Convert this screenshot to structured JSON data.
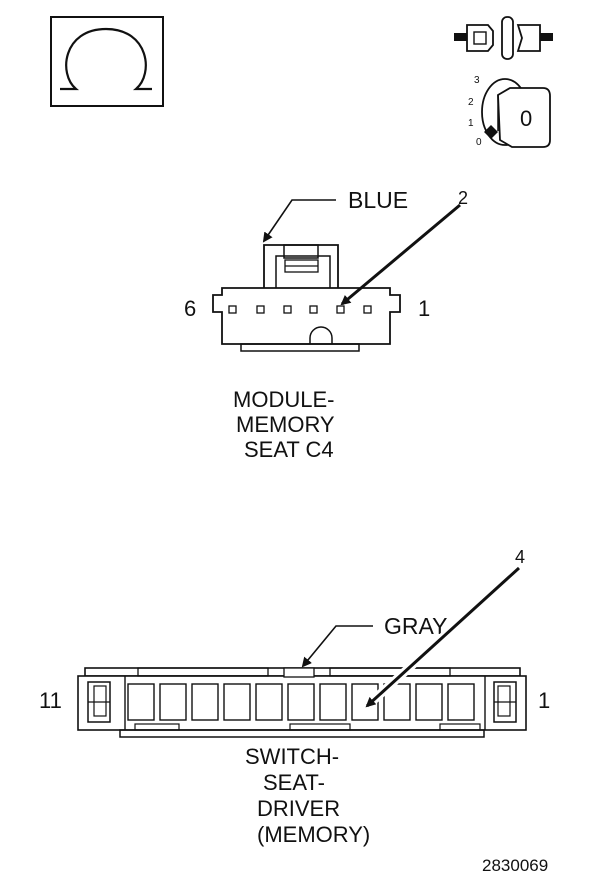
{
  "ignition": {
    "positions": [
      "3",
      "2",
      "1",
      "0"
    ],
    "key_label": "0"
  },
  "connector_top": {
    "color_callout": "BLUE",
    "pin_callout": "2",
    "end_left": "6",
    "end_right": "1",
    "name_lines": [
      "MODULE-",
      "MEMORY",
      "SEAT C4"
    ]
  },
  "connector_bottom": {
    "color_callout": "GRAY",
    "pin_callout": "4",
    "end_left": "11",
    "end_right": "1",
    "name_lines": [
      "SWITCH-",
      "SEAT-",
      "DRIVER",
      "(MEMORY)"
    ]
  },
  "figure_id": "2830069",
  "colors": {
    "line": "#111111",
    "background": "#ffffff"
  }
}
